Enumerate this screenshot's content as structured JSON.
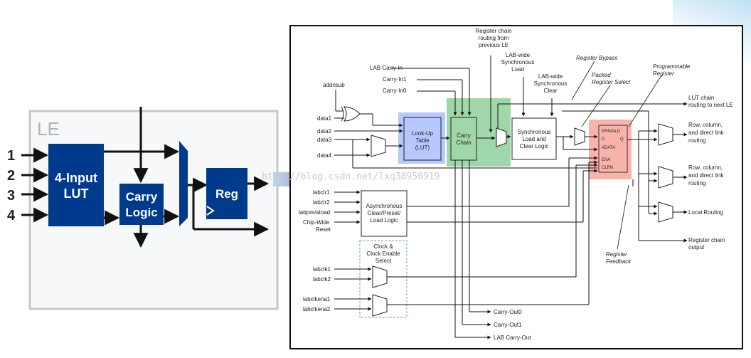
{
  "le_diagram": {
    "box_label": "LE",
    "inputs": [
      "1",
      "2",
      "3",
      "4"
    ],
    "lut_line1": "4-Input",
    "lut_line2": "LUT",
    "carry_line1": "Carry",
    "carry_line2": "Logic",
    "reg_label": "Reg"
  },
  "watermark": "http://blog.csdn.net/lxq38950919",
  "detail_diagram": {
    "top_labels": {
      "reg_chain_in": [
        "Register chain",
        "routing from",
        "previous LE"
      ],
      "lab_carry_in": "LAB Carry-In",
      "carry_in1": "Carry-In1",
      "carry_in0": "Carry-In0",
      "lab_wide_sync_load": [
        "LAB-wide",
        "Synchronous",
        "Load"
      ],
      "lab_wide_sync_clear": [
        "LAB-wide",
        "Synchronous",
        "Clear"
      ],
      "register_bypass": "Register Bypass",
      "packed_register_select": [
        "Packed",
        "Register Select"
      ],
      "programmable_register": [
        "Programmable",
        "Register"
      ]
    },
    "left_inputs": [
      "addnsub",
      "data1",
      "data2",
      "data3",
      "data4"
    ],
    "control_inputs": [
      "labclr1",
      "labclr2",
      "labpre/aload",
      "Chip-Wide",
      "Reset"
    ],
    "clock_inputs": [
      "labclk1",
      "labclk2",
      "labclkena1",
      "labclkena2"
    ],
    "blocks": {
      "lut": [
        "Look-Up",
        "Table",
        "(LUT)"
      ],
      "carry_chain": [
        "Carry",
        "Chain"
      ],
      "sync_logic": [
        "Synchronous",
        "Load and",
        "Clear Logic"
      ],
      "async_logic": [
        "Asynchronous",
        "Clear/Preset/",
        "Load Logic"
      ],
      "clock_select": [
        "Clock &",
        "Clock Enable",
        "Select"
      ],
      "register": [
        "PRN/ALD",
        "D",
        "ADATA",
        "ENA",
        "CLRN",
        "Q"
      ]
    },
    "outputs": {
      "lut_chain": [
        "LUT chain",
        "routing to next LE"
      ],
      "route_row1": [
        "Row, column,",
        "and direct link",
        "routing"
      ],
      "route_row2": [
        "Row, column,",
        "and direct link",
        "routing"
      ],
      "local_routing": "Local Routing",
      "reg_chain_out": [
        "Register chain",
        "output"
      ],
      "register_feedback": [
        "Register",
        "Feedback"
      ]
    },
    "carry_outputs": [
      "Carry-Out0",
      "Carry-Out1",
      "LAB Carry-Out"
    ]
  },
  "colors": {
    "le_blue": "#003a8c",
    "le_box_border": "#c8c8c8",
    "lut_highlight": "#9fb4ff",
    "carry_highlight": "#7fc98b",
    "register_highlight": "#f59a8f",
    "arrow": "#9ab0d6"
  }
}
